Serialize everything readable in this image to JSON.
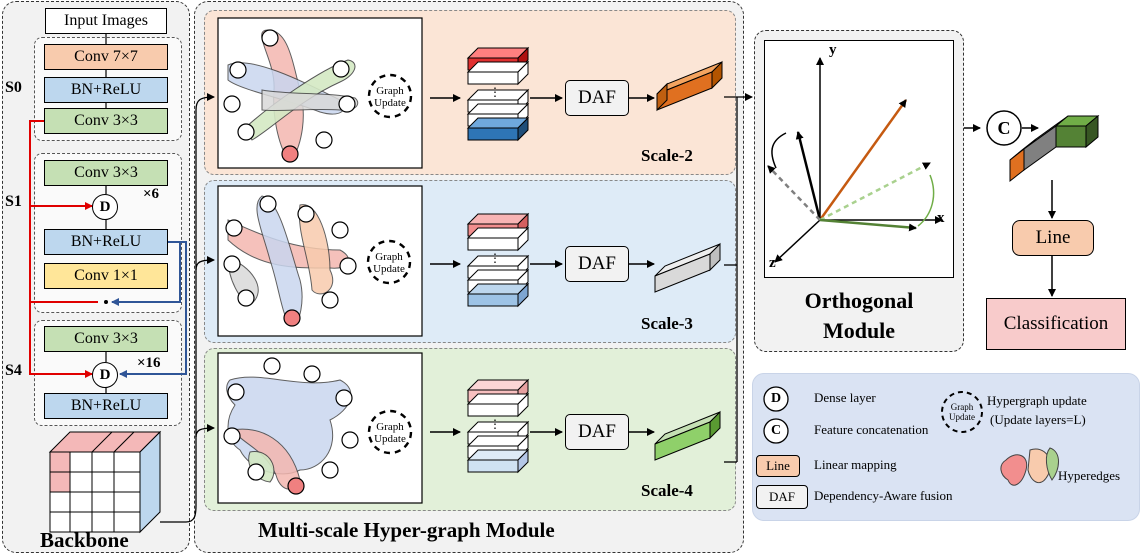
{
  "backbone": {
    "input_label": "Input Images",
    "title": "Backbone",
    "s0_label": "S0",
    "s1_label": "S1",
    "s4_label": "S4",
    "conv7_label": "Conv 7×7",
    "bnrelu_label": "BN+ReLU",
    "conv3_label": "Conv 3×3",
    "conv1_label": "Conv 1×1",
    "dense_symbol": "D",
    "repeat_6": "×6",
    "repeat_16": "×16"
  },
  "hypergraph": {
    "title": "Multi-scale Hyper-graph Module",
    "graph_update_label": "Graph\nUpdate",
    "daf_label": "DAF",
    "dots": "⋮",
    "scales": [
      "Scale-2",
      "Scale-3",
      "Scale-4"
    ]
  },
  "orthogonal": {
    "title_line1": "Orthogonal",
    "title_line2": "Module",
    "axis_x": "x",
    "axis_y": "y",
    "axis_z": "z"
  },
  "right": {
    "concat_symbol": "C",
    "line_label": "Line",
    "classification_label": "Classification"
  },
  "legend": {
    "dense_symbol": "D",
    "dense_text": "Dense layer",
    "concat_symbol": "C",
    "concat_text": "Feature concatenation",
    "line_box": "Line",
    "line_text": "Linear mapping",
    "daf_box": "DAF",
    "daf_text": "Dependency-Aware fusion",
    "graph_icon_text": "Graph\nUpdate",
    "hyper_update_text": "Hypergraph update",
    "hyper_update_sub": "(Update layers=L)",
    "hyperedges_text": "Hyperedges"
  },
  "colors": {
    "conv_fill": "#f8cbad",
    "bn_fill": "#bdd7ee",
    "conv3_fill": "#c5e0b4",
    "conv1_fill": "#ffe699",
    "panel_scale2": "#fbe5d6",
    "panel_scale3": "#deebf7",
    "panel_scale4": "#e2f0d9",
    "red_arrow": "#e00000",
    "blue_arrow": "#2f5597",
    "orange_out": "#e07020",
    "green_out": "#70ad47",
    "legend_bg": "#dae3f3"
  }
}
